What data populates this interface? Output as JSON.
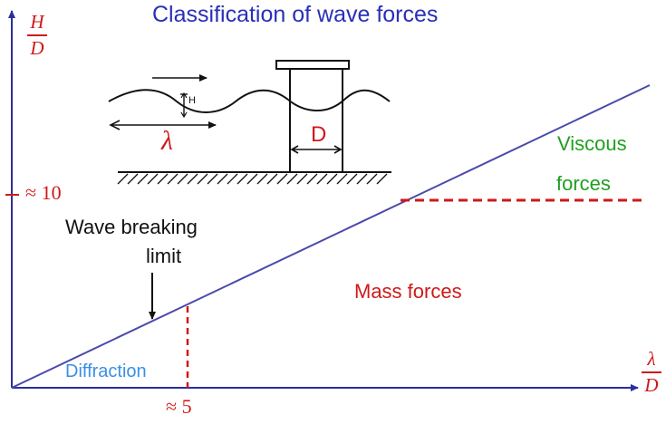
{
  "title": "Classification of wave forces",
  "y_axis": {
    "numerator": "H",
    "denominator": "D"
  },
  "x_axis": {
    "numerator": "λ",
    "denominator": "D"
  },
  "y_marker": "≈ 10",
  "x_marker": "≈ 5",
  "regions": {
    "viscous_line1": "Viscous",
    "viscous_line2": "forces",
    "wave_breaking_line1": "Wave breaking",
    "wave_breaking_line2": "limit",
    "mass": "Mass forces",
    "diffraction": "Diffraction"
  },
  "sketch": {
    "wavelength_symbol": "λ",
    "diameter_symbol": "D",
    "height_symbol": "H"
  },
  "colors": {
    "title": "#2a2fb8",
    "axes": "#2b2f9e",
    "boundary_line": "#4a4aaa",
    "threshold": "#d01818",
    "viscous": "#20a020",
    "mass": "#d01818",
    "diffraction": "#3a8fe6"
  }
}
